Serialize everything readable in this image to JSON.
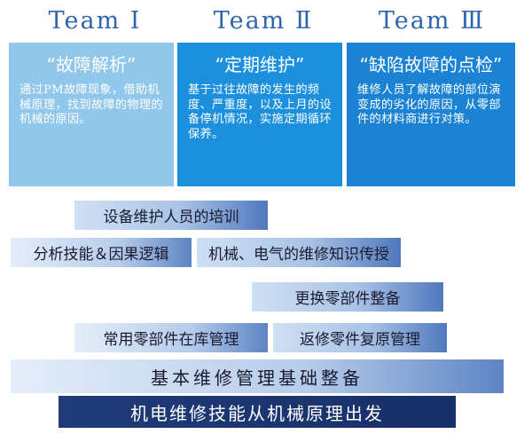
{
  "teams": [
    {
      "title": "Team Ⅰ",
      "head": "“故障解析”",
      "body": "通过PM故障现象，借助机械原理，找到故障的物理的机械的原因。",
      "color": "#91c7ea"
    },
    {
      "title": "Team Ⅱ",
      "head": "“定期维护”",
      "body": "基于过往故障的发生的频度、严重度，以及上月的设备停机情况，实施定期循环保养。",
      "color": "#1d90dd"
    },
    {
      "title": "Team Ⅲ",
      "head": "“缺陷故障的点检”",
      "body": "维修人员了解故障的部位演变成的劣化的原因，从零部件的材料商进行对策。",
      "color": "#1b82d4"
    }
  ],
  "bars": [
    {
      "id": "training",
      "label": "设备维护人员的培训"
    },
    {
      "id": "analysis",
      "label": "分析技能＆因果逻辑"
    },
    {
      "id": "knowledge",
      "label": "机械、电气的维修知识传授"
    },
    {
      "id": "replace",
      "label": "更换零部件整备"
    },
    {
      "id": "inventory",
      "label": "常用零部件在库管理"
    },
    {
      "id": "repair",
      "label": "返修零件复原管理"
    },
    {
      "id": "foundation",
      "label": "基本维修管理基础整备"
    },
    {
      "id": "principle",
      "label": "机电维修技能从机械原理出发"
    }
  ]
}
